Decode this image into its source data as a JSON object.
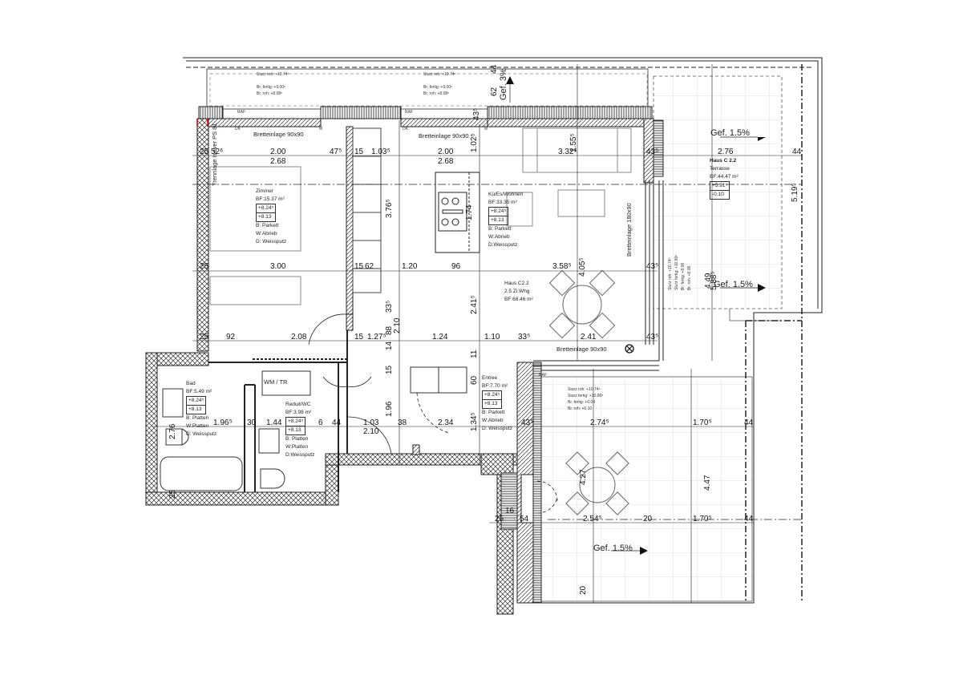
{
  "plan": {
    "unit": {
      "name": "Haus C2.2",
      "type": "2.5 Zi.Whg",
      "area": "BF:68.46 m²"
    },
    "rooms": [
      {
        "id": "zimmer",
        "name": "Zimmer",
        "area": "BF:15.37 m²",
        "level_top": "+8.24⁵",
        "level_bottom": "+8.13",
        "floor": "B: Parkett",
        "wall": "W:Abrieb",
        "ceiling": "D: Weissputz"
      },
      {
        "id": "kueche",
        "name": "Kü/Es/Wohnen",
        "area": "BF:33.35 m²",
        "level_top": "+8.24⁵",
        "level_bottom": "+8.13",
        "floor": "B: Parkett",
        "wall": "W:Abrieb",
        "ceiling": "D:Weissputz"
      },
      {
        "id": "bad",
        "name": "Bad",
        "area": "BF:5.49 m²",
        "level_top": "+8.24⁵",
        "level_bottom": "+8.13",
        "floor": "B: Platten",
        "wall": "W:Platten",
        "ceiling": "D: Weissputz"
      },
      {
        "id": "reduit",
        "name": "Reduit/WC",
        "area": "BF:3.98 m²",
        "level_top": "+8.24⁵",
        "level_bottom": "+8.13",
        "floor": "B: Platten",
        "wall": "W:Platten",
        "ceiling": "D:Weissputz"
      },
      {
        "id": "entree",
        "name": "Entree",
        "area": "BF:7.70 m²",
        "level_top": "+8.24⁵",
        "level_bottom": "+8.13",
        "floor": "B: Parkett",
        "wall": "W:Abrieb",
        "ceiling": "D: Weissputz"
      },
      {
        "id": "terrasse",
        "name": "Haus C2.2 Terrasse",
        "house": "Haus C 2.2",
        "label": "Terrasse",
        "area": "BF:44.47 m²",
        "level_top": "+5.91⁵",
        "level_bottom": "-0.10"
      }
    ],
    "window_notes": [
      {
        "sturz_roh_label": "Sturz roh:",
        "sturz_roh": "+10.74⁵",
        "br_fertig_label": "Br. fertig:",
        "br_fertig": "+9.00⁵",
        "br_roh_label": "Br. roh:",
        "br_roh": "+8.08⁵"
      },
      {
        "sturz_roh_label": "Sturz roh:",
        "sturz_roh": "+10.74⁵",
        "br_fertig_label": "Br. fertig:",
        "br_fertig": "+9.00⁵",
        "br_roh_label": "Br. roh:",
        "br_roh": "+8.08⁵"
      },
      {
        "sturz_roh_label": "Sturz roh:",
        "sturz_roh": "+10.74⁵",
        "sturz_fertig_label": "Sturz fertig:",
        "sturz_fertig": "+10.80⁵",
        "br_fertig_label": "Br. fertig:",
        "br_fertig": "+0.04",
        "br_roh_label": "Br. roh:",
        "br_roh": "+0.10"
      },
      {
        "sturz_roh_label": "Sturz roh:",
        "sturz_roh": "+10.74⁵",
        "sturz_fertig_label": "Sturz fertig:",
        "sturz_fertig": "+10.80⁵",
        "br_fertig_label": "Br. fertig:",
        "br_fertig": "+8.08",
        "br_roh_label": "Br. roh:",
        "br_roh": "+8.08"
      }
    ],
    "annotations": {
      "brett_1": "Bretteinlage 90x90",
      "brett_2": "Bretteinlage 90x90",
      "brett_3": "Bretteinlage 90x90",
      "brett_v": "Bretteinlage 180x90",
      "trennlage": "Trennlage Isover PS 81",
      "wm": "WM / TR",
      "raf": "RAF",
      "dk": "DK",
      "m": "M"
    },
    "slopes": {
      "top": "Gef. 3%",
      "terrace_top": "Gef. 1.5%",
      "terrace_mid": "Gef. 1.5%",
      "terrace_bottom": "Gef. 1.5%"
    },
    "dimensions": {
      "h_top": [
        "25",
        "52⁶",
        "2.00",
        "47⁵",
        "15",
        "1.03⁵",
        "2.00",
        "3.32⁵",
        "43⁵",
        "2.76",
        "44"
      ],
      "h_top2": [
        "2.68",
        "2.68"
      ],
      "h_mid": [
        "25",
        "3.00",
        "15",
        "62",
        "1.20",
        "96",
        "3.58⁵",
        "43⁵"
      ],
      "h_low": [
        "25",
        "92",
        "2.08",
        "15",
        "1.27⁵",
        "1.24",
        "1.10",
        "33⁵",
        "2.41",
        "43⁵"
      ],
      "h_bath": [
        "1.96⁵",
        "30",
        "1.44",
        "6",
        "44",
        "1.03",
        "2.10",
        "38",
        "2.34",
        "43⁵",
        "2.74⁵",
        "1.70⁵",
        "44"
      ],
      "h_terrace": [
        "25",
        "54",
        "16",
        "2.54⁵",
        "20",
        "1.70⁵",
        "44"
      ],
      "v": [
        "44",
        "62",
        "43⁵",
        "1.02⁵",
        "1.55⁵",
        "3.76⁵",
        "1.74",
        "4.05⁵",
        "2.41⁵",
        "33⁵",
        "2.10",
        "88",
        "14",
        "15",
        "11",
        "60",
        "1.96",
        "1.34⁵",
        "2.76",
        "25",
        "4.27",
        "4.47",
        "4.49",
        "5.19⁵",
        "5.88⁵",
        "20"
      ]
    }
  }
}
